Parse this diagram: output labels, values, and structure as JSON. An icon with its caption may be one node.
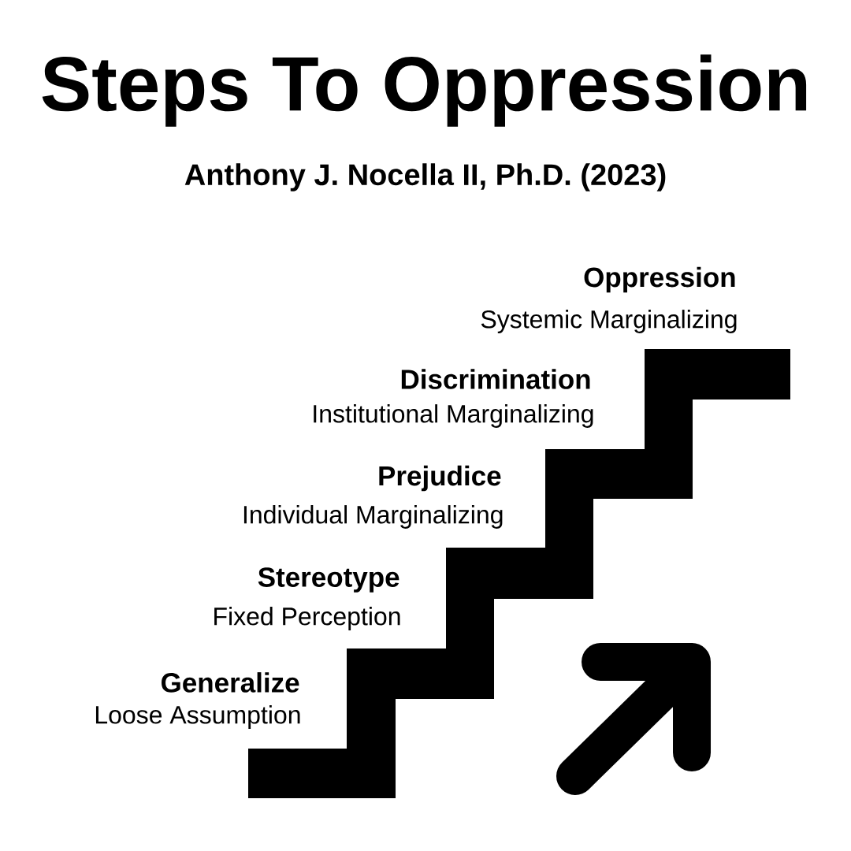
{
  "diagram": {
    "title": "Steps To Oppression",
    "labels": [
      "Anthony J. Nocella II, Ph.D. (2023)",
      "Oppression",
      "Systemic Marginalizing",
      "Discrimination",
      "Institutional Marginalizing",
      "Prejudice",
      "Individual Marginalizing",
      "Stereotype",
      "Fixed Perception",
      "Generalize",
      "Loose Assumption"
    ]
  }
}
